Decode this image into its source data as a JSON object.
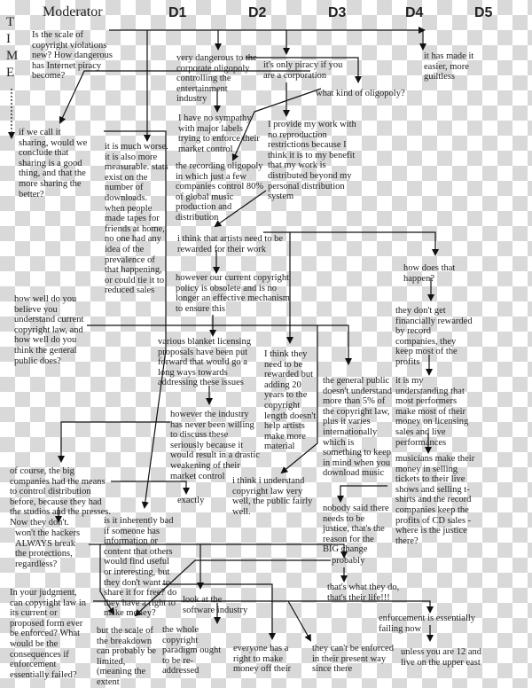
{
  "headers": {
    "moderator": "Moderator",
    "d1": "D1",
    "d2": "D2",
    "d3": "D3",
    "d4": "D4",
    "d5": "D5"
  },
  "time_label": [
    "T",
    "I",
    "M",
    "E"
  ],
  "nodes": {
    "q_scale": "Is the scale of copyright violations new? How dangerous has Internet piracy become?",
    "d2_very_dangerous": "very dangerous to the corporate oligopoly controlling the entertainment industry",
    "d3_only_piracy": "it's only piracy if you are a corporation",
    "d4_what_kind": "what kind of oligopoly?",
    "d5_easier": "it has made it easier, more guiltless",
    "q_sharing": "if we call it sharing, would we conclude that sharing is a good thing, and that the more sharing the better?",
    "d1_much_worse": "it is much worse. it is also more measurable. stats exist on the number of downloads. when people made tapes for friends at home, no one had any idea of the prevalence of that happening, or could tie it to reduced sales",
    "d2_no_sympathy": "I have no sympathy with major labels trying to enforce their market control",
    "d3_provide_work": "I provide my work with no reproduction restrictions because I think it is to my benefit that my work is distributed beyond my personal distribution system",
    "d2_recording_oligopoly": "the recording oligopoly in which just a few companies control 80% of global music production and distribution",
    "d2_artists_rewarded": "i think that artists need to be rewarded for their work",
    "d5_how_happen": "how does that happen?",
    "d2_policy_obsolete": "however our current copyright policy is obsolete and is no longer an effective mechanism to ensure this",
    "q_understand": "how well do you believe you understand current copyright law, and how well do you think the general public does?",
    "d5_not_rewarded": "they don't get financially rewarded by record companies, they keep most of the profits",
    "d2_blanket_licensing": "various blanket licensing proposals have been put forward that would go a long ways towards addressing these issues",
    "d3_adding_20": "I think they need to be rewarded but adding 20 years to the copyright length doesn't help artists make more material",
    "d4_general_public": "the general public doesn't understand more than 5% of the copyright law, plus it varies internationally which is something to keep in mind when you download music",
    "d5_performers": "it is my understanding that most performers make most of their money on licensing sales and live performances",
    "d2_industry_unwilling": "however the industry has never been willing to discuss these seriously because it would result in a drastic weakening of their market control",
    "q_big_companies": "of course, the big companies had the means to control distribution before, because they had the studios and the presses. Now they don't.",
    "d2_exactly": "exactly",
    "d3_understand_well": "i think i understand copyright law very well, the public fairly well.",
    "d5_musicians": "musicians make their money in selling tickets to their live shows and selling t-shirts and the record companies keep the profits of CD sales - where is the justice there?",
    "d4_nobody_said": "nobody said there needs to be justice, that's the reason for the BIG change",
    "q_hackers": "won't the hackers ALWAYS break the protections, regardless?",
    "d1_inherently_bad": "is it inherently bad if someone has information or content that others would find useful or interesting, but they don't want to share it for free? do they have a right to make money?",
    "d4_probably": "probably",
    "d4_their_life": "that's what they do, that's their life!!!",
    "q_enforced": "In your judgment, can copyright law in its current or proposed form ever be enforced? What would be the consequences if enforcement essentially failed?",
    "d2_software": "look at the software industry",
    "d5_failing": "enforcement is essentially failing now",
    "d1_scale_breakdown": "but the scale of the breakdown can probably be limited, (meaning the extent",
    "d2_paradigm": "the whole copyright paradigm ought to be re-addressed",
    "d3_right_money": "everyone has a right to make money off their",
    "d4_cant_enforced": "they can't be enforced in their present way since there",
    "d5_unless_12": "unless you are 12 and live on the upper east"
  }
}
